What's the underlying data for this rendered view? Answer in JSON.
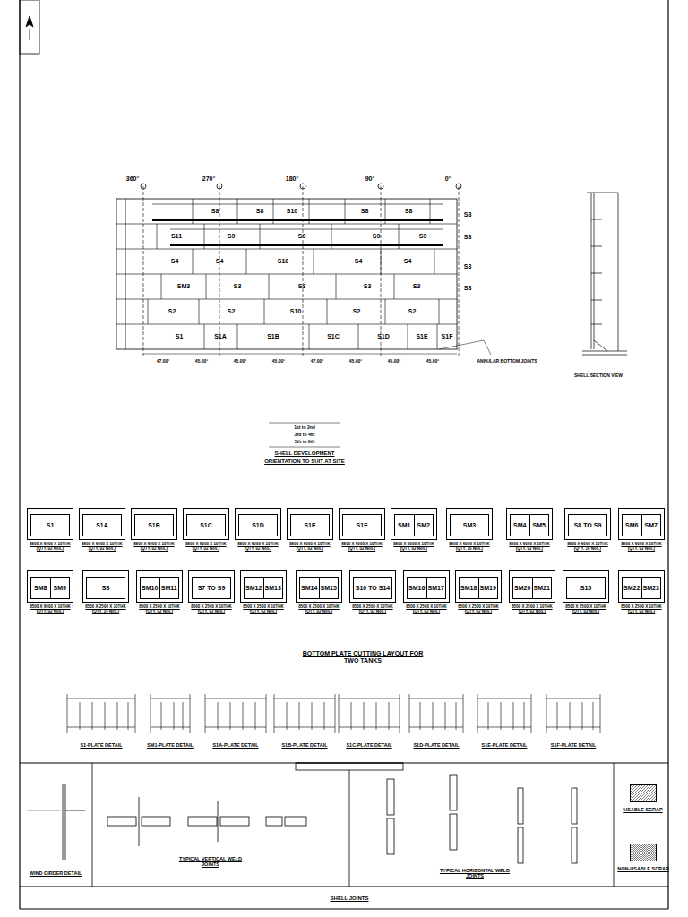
{
  "diagram": {
    "nodes": [
      {
        "text": [
          "S1",
          "8500 X 6000 X 10THK (QTY. 02 Nos.)"
        ]
      },
      {
        "text": [
          "S1A",
          "8500 X 6000 X 10THK (QTY. 02 Nos.)"
        ]
      },
      {
        "text": [
          "S1B",
          "8500 X 6000 X 10THK (QTY. 02 Nos.)"
        ]
      },
      {
        "text": [
          "S1C",
          "8500 X 6000 X 10THK (QTY. 02 Nos.)"
        ]
      },
      {
        "text": [
          "S1D",
          "8500 X 6000 X 10THK (QTY. 02 Nos.)"
        ]
      },
      {
        "text": [
          "S1E",
          "8500 X 6000 X 10THK (QTY. 02 Nos.)"
        ]
      },
      {
        "text": [
          "S1F",
          "8500 X 6000 X 10THK (QTY. 02 Nos.)"
        ]
      },
      {
        "text": [
          "SM1",
          "SM2",
          "8500 X 6000 X 10THK (QTY. 02 Nos.)"
        ]
      },
      {
        "text": [
          "SM3",
          "8500 X 6000 X 10THK (QTY. 10 Nos.)"
        ]
      },
      {
        "text": [
          "SM4",
          "SM5",
          "8500 X 6000 X 10THK (QTY. 02 Nos.)"
        ]
      },
      {
        "text": [
          "S8 TO S9",
          "8500 X 6000 X 10THK (QTY. 10 Nos.)"
        ]
      },
      {
        "text": [
          "SM6",
          "SM7",
          "8500 X 6000 X 10THK (QTY. 02 Nos.)"
        ]
      },
      {
        "text": [
          "SM8",
          "SM9",
          "8500 X 6000 X 10THK (QTY. 02 Nos.)"
        ]
      },
      {
        "text": [
          "S8",
          "8500 X 2500 X 10THK (QTY. 14 Nos.)"
        ]
      },
      {
        "text": [
          "SM10",
          "SM11",
          "8500 X 2500 X 10THK (QTY. 02 Nos.)"
        ]
      },
      {
        "text": [
          "S7 TO S9",
          "8500 X 2500 X 10THK (QTY. 02 Nos.)"
        ]
      },
      {
        "text": [
          "SM12",
          "SM13",
          "8500 X 2500 X 10THK (QTY. 02 Nos.)"
        ]
      },
      {
        "text": [
          "SM14",
          "SM15",
          "8500 X 2500 X 10THK (QTY. 02 Nos.)"
        ]
      },
      {
        "text": [
          "S10 TO S14",
          "8500 X 2500 X 10THK (QTY. 02 Nos.)"
        ]
      },
      {
        "text": [
          "SM16",
          "SM17",
          "8500 X 2500 X 10THK (QTY. 02 Nos.)"
        ]
      },
      {
        "text": [
          "SM18",
          "SM19",
          "8500 X 2500 X 10THK (QTY. 02 Nos.)"
        ]
      },
      {
        "text": [
          "SM20",
          "SM21",
          "8500 X 2500 X 10THK (QTY. 02 Nos.)"
        ]
      },
      {
        "text": [
          "S15",
          "8500 X 2500 X 10THK (QTY. 02 Nos.)"
        ]
      },
      {
        "text": [
          "SM22",
          "SM23",
          "8500 X 2500 X 10THK (QTY. 02 Nos.)"
        ]
      }
    ],
    "labels": [
      "360°",
      "270°",
      "180°",
      "90°",
      "0°",
      "S8",
      "S8",
      "S10",
      "S8",
      "S8",
      "S11",
      "S9",
      "S9",
      "S9",
      "S9",
      "S4",
      "S4",
      "S10",
      "S4",
      "S4",
      "SM3",
      "S3",
      "S3",
      "S3",
      "S3",
      "S2",
      "S2",
      "S10",
      "S2",
      "S2",
      "S1",
      "S1A",
      "S1B",
      "S1C",
      "S1D",
      "S1E",
      "S1F",
      "S8",
      "S8",
      "S3",
      "S3",
      "47.00°",
      "45.00°",
      "45.00°",
      "45.00°",
      "47.00°",
      "45.00°",
      "45.00°",
      "45.00°",
      "ANNULAR BOTTOM JOINTS",
      "1st to 2nd",
      "3rd to 4th",
      "5th to 6th",
      "SHELL DEVELOPMENT",
      "ORIENTATION TO SUIT AT SITE",
      "SHELL SECTION VIEW",
      "BOTTOM PLATE CUTTING LAYOUT FOR TWO TANKS",
      "S1-PLATE DETAIL",
      "SM1-PLATE DETAIL",
      "S1A-PLATE DETAIL",
      "S1B-PLATE DETAIL",
      "S1C-PLATE DETAIL",
      "S1D-PLATE DETAIL",
      "S1E-PLATE DETAIL",
      "S1F-PLATE DETAIL",
      "WIND GIRDER DETAIL",
      "TYPICAL VERTICAL WELD JOINTS",
      "SHELL JOINTS",
      "TYPICAL HORIZONTAL WELD JOINTS"
    ],
    "legend": [
      {
        "text": "USABLE SCRAP"
      },
      {
        "text": "NON-USABLE SCRAP"
      }
    ]
  }
}
